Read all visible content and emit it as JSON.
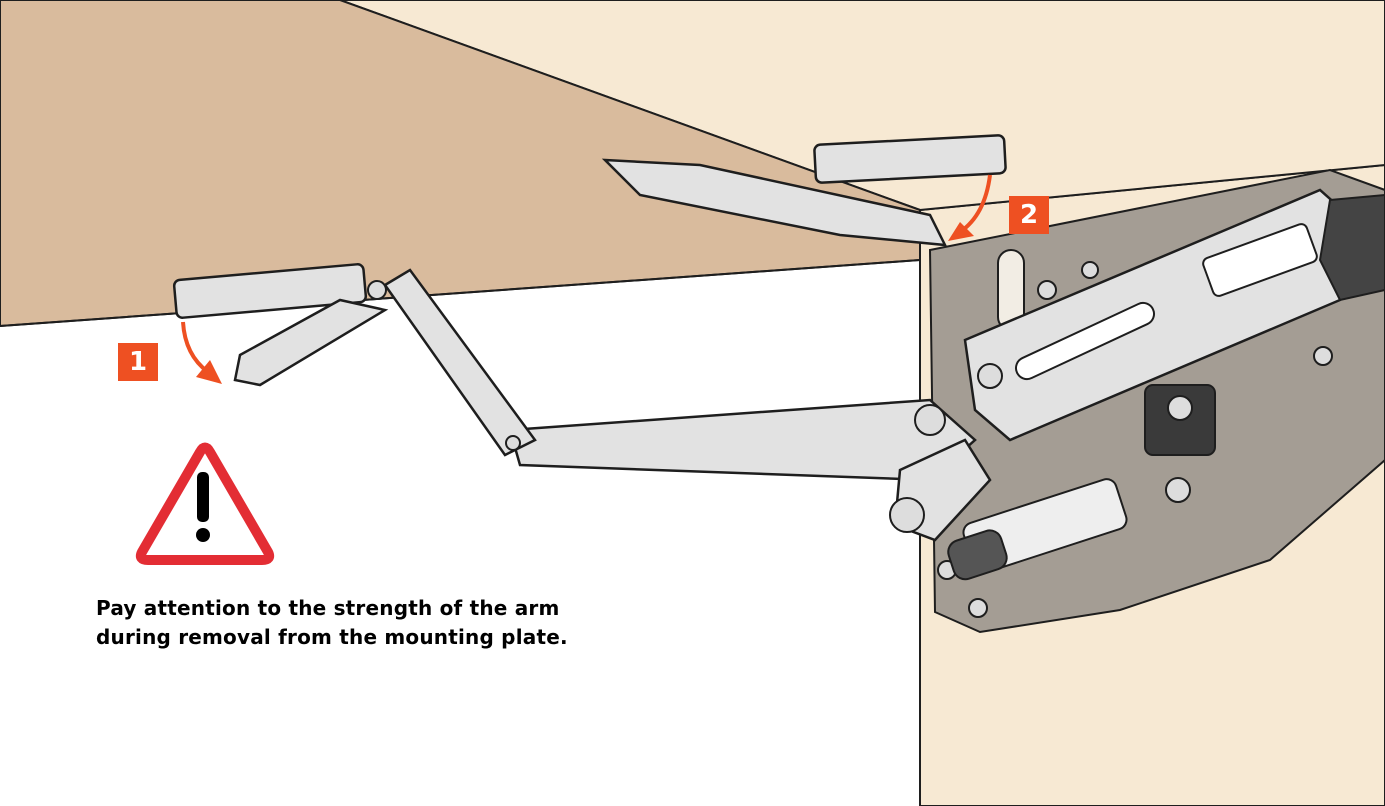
{
  "colors": {
    "ceiling": "#d9bb9d",
    "cabinet_panel": "#f7e9d3",
    "mounting_plate": "#a49d94",
    "mechanism": "#e2e2e2",
    "outline": "#1e1e1e",
    "accent_orange": "#ee5022",
    "warning_red": "#e32d34"
  },
  "steps": {
    "step_1": "1",
    "step_2": "2"
  },
  "icons": {
    "warning": "warning-triangle-icon",
    "arrow_1": "curved-arrow-icon",
    "arrow_2": "curved-arrow-icon"
  },
  "warning": {
    "text": "Pay attention to the strength of the arm\nduring removal from the mounting plate."
  }
}
